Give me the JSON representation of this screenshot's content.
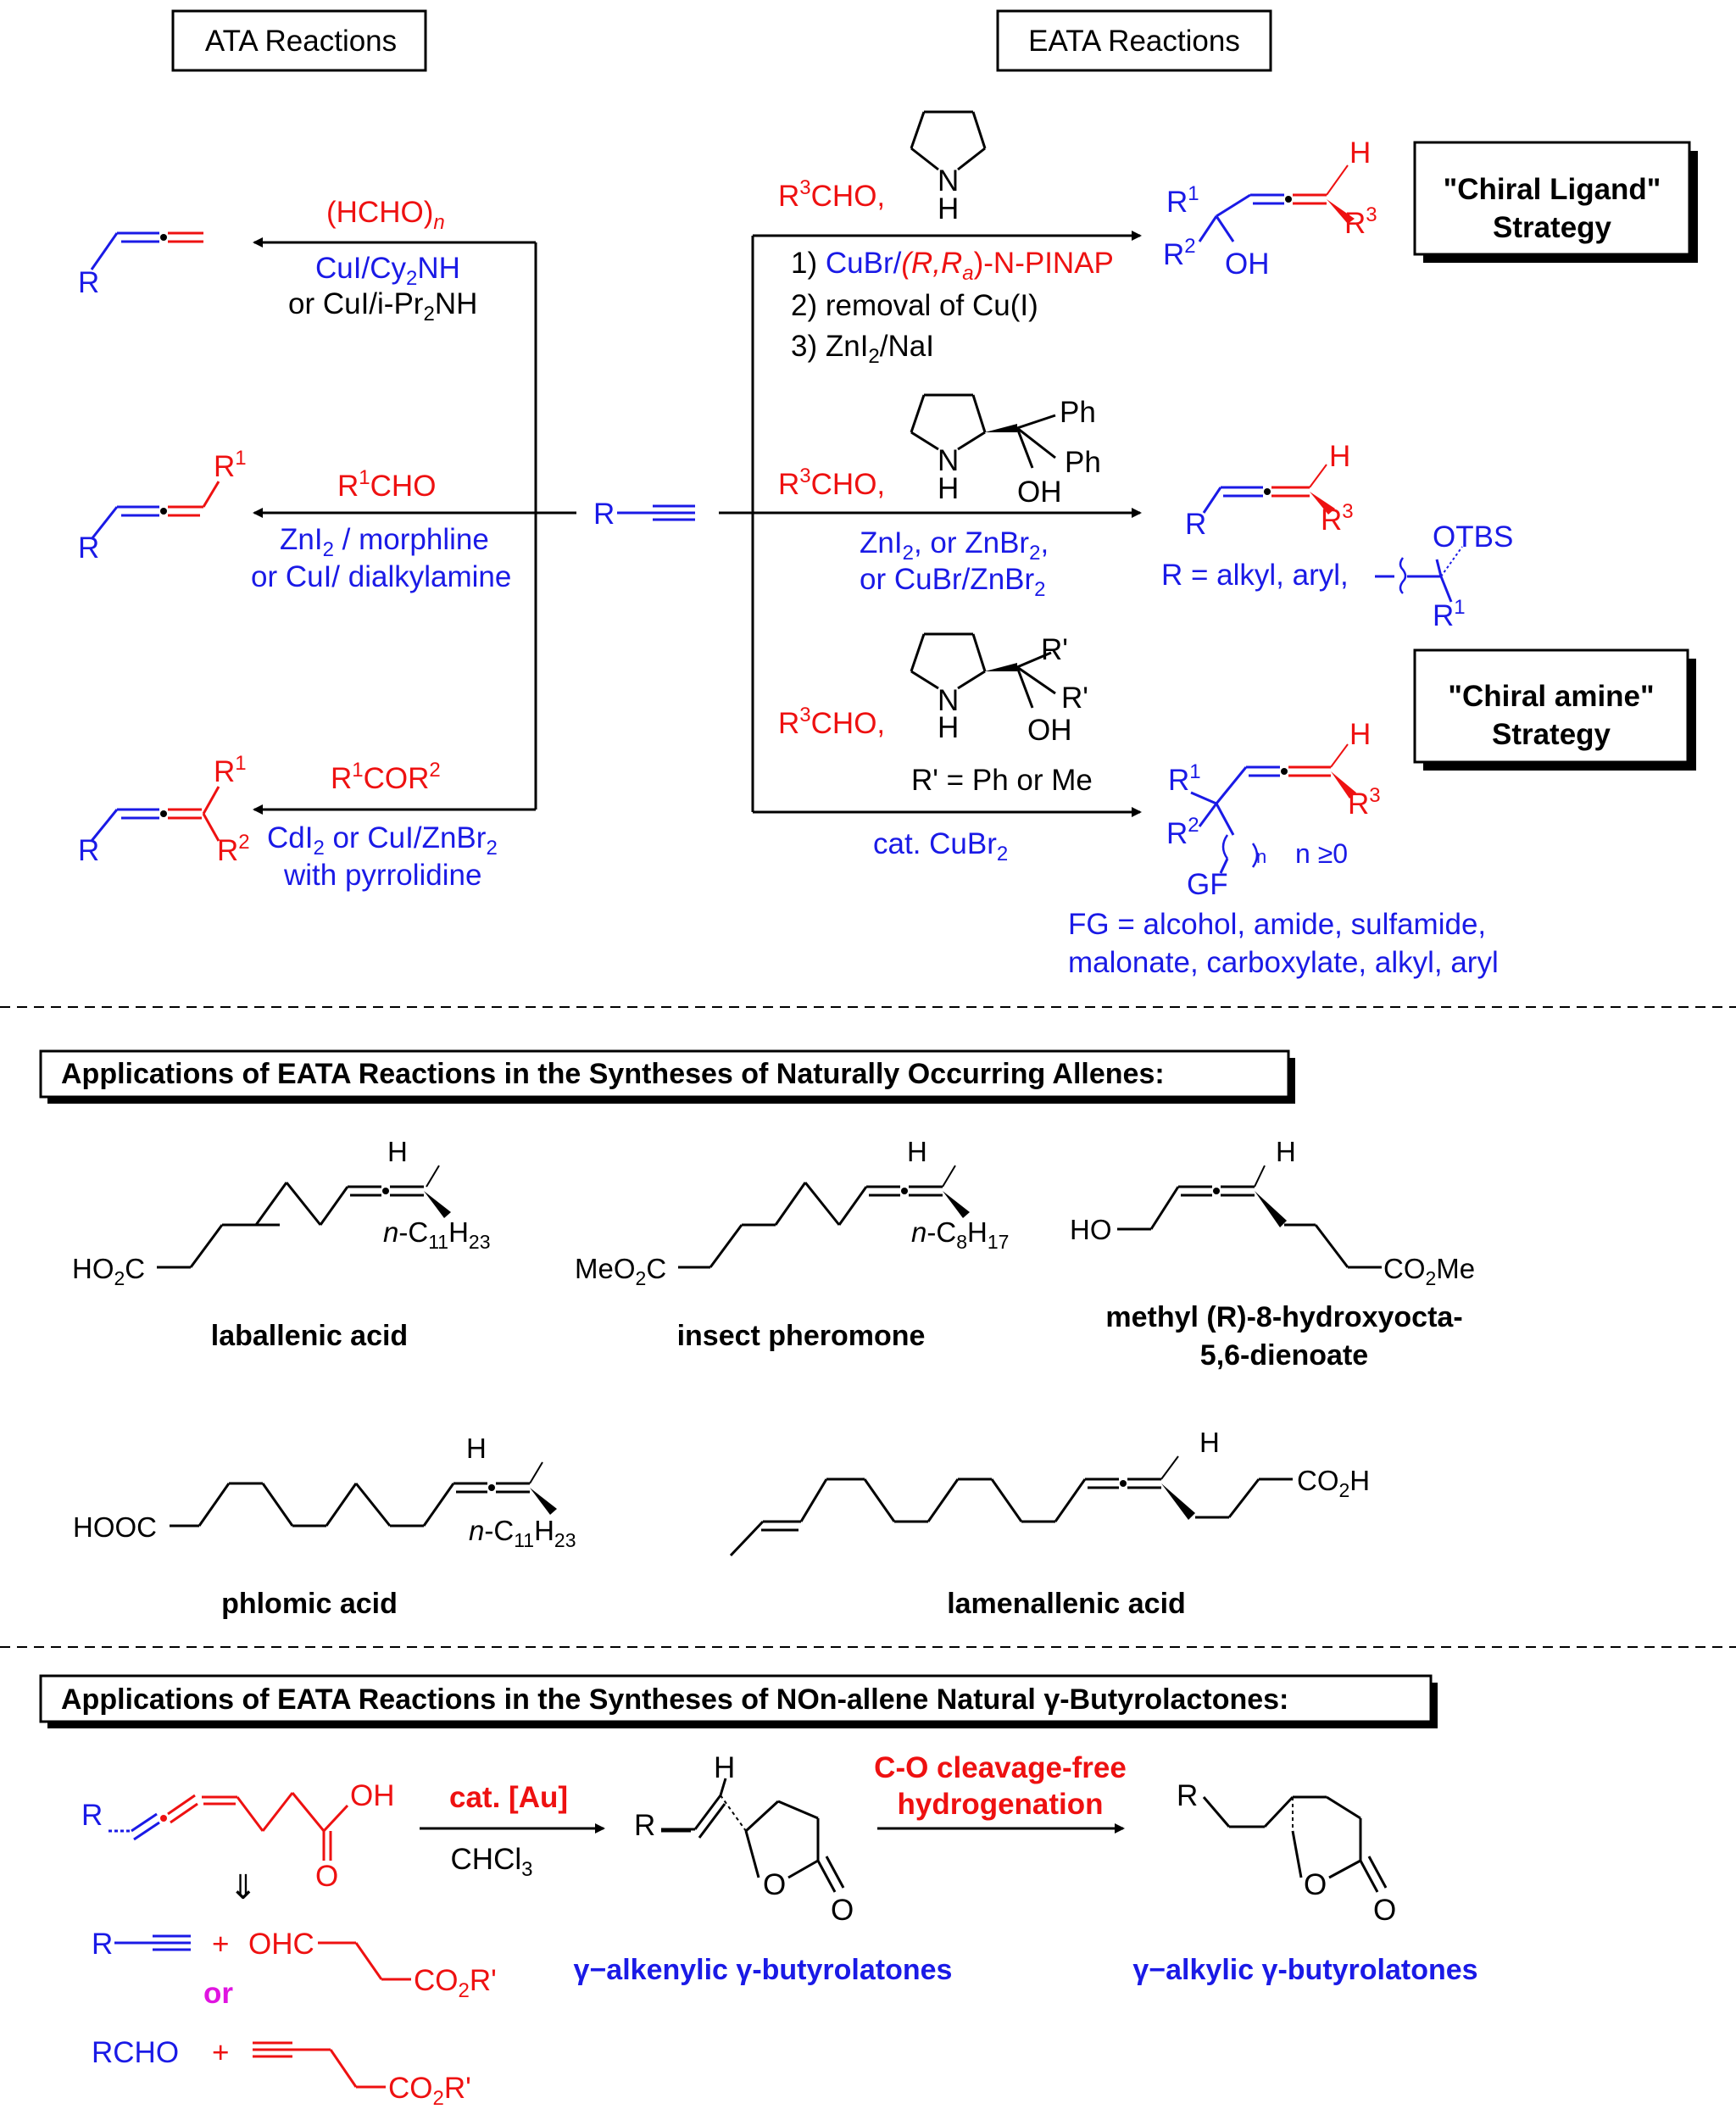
{
  "headers": {
    "ata": "ATA Reactions",
    "eata": "EATA Reactions"
  },
  "strategies": {
    "ligand_l1": "\"Chiral Ligand\"",
    "ligand_l2": "Strategy",
    "amine_l1": "\"Chiral amine\"",
    "amine_l2": "Strategy"
  },
  "center": {
    "R": "R"
  },
  "ata": {
    "r1": {
      "reagent": "(HCHO)",
      "reagent_sub": "n",
      "cond1": "CuI/Cy",
      "cond1_sub": "2",
      "cond1_end": "NH",
      "cond2": "or CuI/i-Pr",
      "cond2_sub": "2",
      "cond2_end": "NH",
      "R": "R"
    },
    "r2": {
      "reagent_sup": "1",
      "reagent": "CHO",
      "reagent_R": "R",
      "cond1": "ZnI",
      "cond1_sub": "2",
      "cond1_end": " / morphline",
      "cond2": "or CuI/ dialkylamine",
      "R": "R",
      "R1": "R",
      "R1_sup": "1"
    },
    "r3": {
      "reagent": "R",
      "reagent_sup1": "1",
      "reagent_mid": "COR",
      "reagent_sup2": "2",
      "cond1": "CdI",
      "cond1_sub": "2",
      "cond1_mid": " or CuI/ZnBr",
      "cond1_sub2": "2",
      "cond2": "with pyrrolidine",
      "R": "R",
      "R1": "R",
      "R1_sup": "1",
      "R2": "R",
      "R2_sup": "2"
    }
  },
  "eata": {
    "e1": {
      "reagent": "R",
      "reagent_sup": "3",
      "reagent_end": "CHO,",
      "NH_N": "N",
      "NH_H": "H",
      "s1a": "1) ",
      "s1b": "CuBr/",
      "s1c": "(R,R",
      "s1c_sub": "a",
      "s1d": ")-N-PINAP",
      "s2": "2) removal of Cu(I)",
      "s3": "3) ZnI",
      "s3_sub": "2",
      "s3_end": "/NaI",
      "p_R1": "R",
      "p_R1_sup": "1",
      "p_R2": "R",
      "p_R2_sup": "2",
      "p_OH": "OH",
      "p_H": "H",
      "p_R3": "R",
      "p_R3_sup": "3"
    },
    "e2": {
      "reagent": "R",
      "reagent_sup": "3",
      "reagent_end": "CHO,",
      "N": "N",
      "H": "H",
      "Ph1": "Ph",
      "Ph2": "Ph",
      "OH": "OH",
      "c1": "ZnI",
      "c1_sub": "2",
      "c1_end": ", or ZnBr",
      "c1_sub2": "2",
      "c1_tail": ",",
      "c2": "or CuBr/ZnBr",
      "c2_sub": "2",
      "p_R": "R",
      "p_H": "H",
      "p_R3": "R",
      "p_R3_sup": "3",
      "scope": "R = alkyl, aryl,",
      "scope_OTBS": "OTBS",
      "scope_R1": "R",
      "scope_R1_sup": "1"
    },
    "e3": {
      "reagent": "R",
      "reagent_sup": "3",
      "reagent_end": "CHO,",
      "N": "N",
      "H": "H",
      "Rp1": "R'",
      "Rp2": "R'",
      "OH": "OH",
      "rdef": "R' = Ph or Me",
      "cat": "cat. CuBr",
      "cat_sub": "2",
      "p_R1": "R",
      "p_R1_sup": "1",
      "p_R2": "R",
      "p_R2_sup": "2",
      "p_H": "H",
      "p_R3": "R",
      "p_R3_sup": "3",
      "p_n": "n",
      "p_nge": "n ≥0",
      "p_GF": "GF",
      "fg1": "FG = alcohol, amide, sulfamide,",
      "fg2": "malonate, carboxylate, alkyl, aryl"
    }
  },
  "section2": {
    "title": "Applications of EATA Reactions in the Syntheses of Naturally Occurring Allenes:",
    "laballenic": {
      "name": "laballenic acid",
      "head": "HO",
      "head_sub": "2",
      "head_end": "C",
      "H": "H",
      "chain": "n",
      "chain_end": "-C",
      "chain_sub": "11",
      "chain_H": "H",
      "chain_sub2": "23"
    },
    "pheromone": {
      "name": "insect pheromone",
      "head": "MeO",
      "head_sub": "2",
      "head_end": "C",
      "H": "H",
      "chain": "n",
      "chain_end": "-C",
      "chain_sub": "8",
      "chain_H": "H",
      "chain_sub2": "17"
    },
    "methyl": {
      "name1": "methyl (R)-8-hydroxyocta-",
      "name2": "5,6-dienoate",
      "HO": "HO",
      "H": "H",
      "ester": "CO",
      "ester_sub": "2",
      "ester_end": "Me"
    },
    "phlomic": {
      "name": "phlomic acid",
      "head": "HOOC",
      "H": "H",
      "chain": "n",
      "chain_end": "-C",
      "chain_sub": "11",
      "chain_H": "H",
      "chain_sub2": "23"
    },
    "lamenallenic": {
      "name": "lamenallenic acid",
      "H": "H",
      "acid": "CO",
      "acid_sub": "2",
      "acid_end": "H"
    }
  },
  "section3": {
    "title": "Applications of EATA Reactions in the Syntheses of NOn-allene Natural γ-Butyrolactones:",
    "sm": {
      "R": "R",
      "OH": "OH",
      "O": "O"
    },
    "arrow1_top": "cat. [Au]",
    "arrow1_bottom": "CHCl",
    "arrow1_bottom_sub": "3",
    "arrow2_top1": "C-O cleavage-free",
    "arrow2_top2": "hydrogenation",
    "retro": "⇓",
    "route1": {
      "R": "R",
      "plus": "+",
      "ald": "OHC",
      "ester": "CO",
      "ester_sub": "2",
      "ester_end": "R'"
    },
    "or": "or",
    "route2": {
      "RCHO": "RCHO",
      "plus": "+",
      "ester": "CO",
      "ester_sub": "2",
      "ester_end": "R'"
    },
    "lactone1": {
      "R": "R",
      "H": "H",
      "O_ring": "O",
      "O_co": "O",
      "name": "γ−alkenylic γ-butyrolatones"
    },
    "lactone2": {
      "R": "R",
      "O_ring": "O",
      "O_co": "O",
      "name": "γ−alkylic γ-butyrolatones"
    }
  }
}
